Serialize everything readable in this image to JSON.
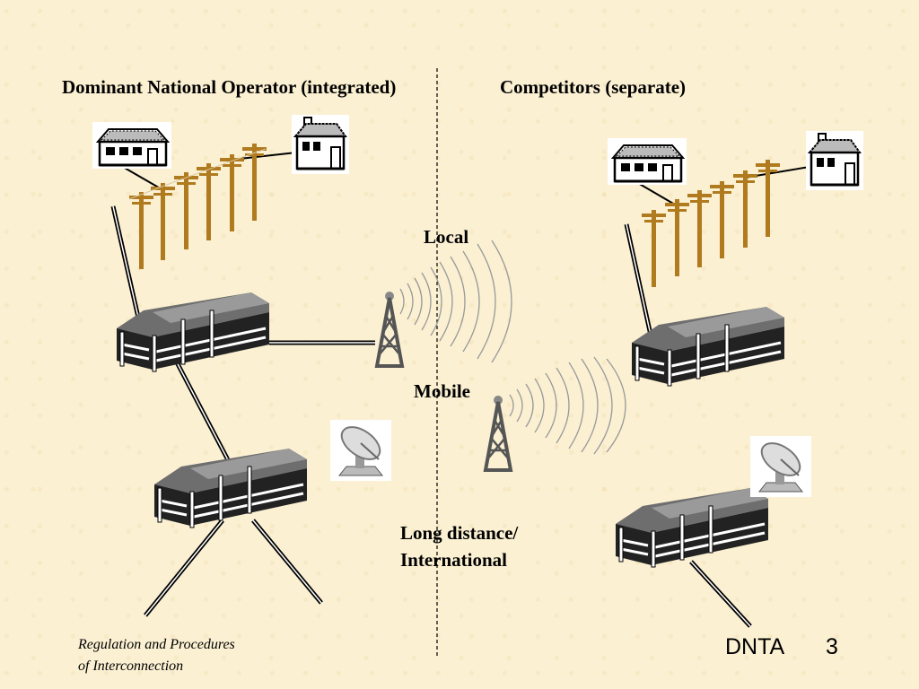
{
  "headings": {
    "left": "Dominant National Operator (integrated)",
    "right": "Competitors (separate)"
  },
  "layers": {
    "local": "Local",
    "mobile": "Mobile",
    "long_distance_line1": "Long distance/",
    "long_distance_line2": "International"
  },
  "footer": {
    "title_line1": "Regulation and Procedures",
    "title_line2": "of Interconnection",
    "org": "DNTA",
    "page": "3"
  },
  "colors": {
    "background": "#fbf0d2",
    "pole": "#b07a1e",
    "building_dark": "#3c3c3c",
    "tower": "#555555"
  }
}
